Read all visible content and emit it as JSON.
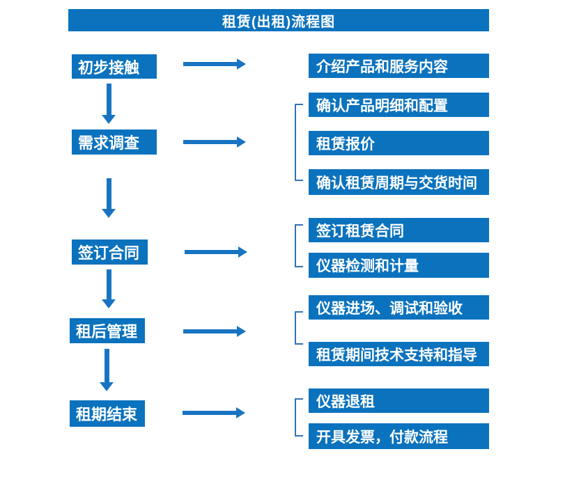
{
  "title": "租赁(出租)流程图",
  "colors": {
    "primary": "#0b72be",
    "arrow": "#1874c2",
    "bracket": "#2e74b5",
    "box_text": "#ffffff",
    "background": "#ffffff"
  },
  "steps": [
    {
      "label": "初步接触",
      "outputs": [
        "介绍产品和服务内容"
      ]
    },
    {
      "label": "需求调查",
      "outputs": [
        "确认产品明细和配置",
        "租赁报价",
        "确认租赁周期与交货时间"
      ]
    },
    {
      "label": "签订合同",
      "outputs": [
        "签订租赁合同",
        "仪器检测和计量"
      ]
    },
    {
      "label": "租后管理",
      "outputs": [
        "仪器进场、调试和验收",
        "租赁期间技术支持和指导"
      ]
    },
    {
      "label": "租期结束",
      "outputs": [
        "仪器退租",
        "开具发票，付款流程"
      ]
    }
  ]
}
